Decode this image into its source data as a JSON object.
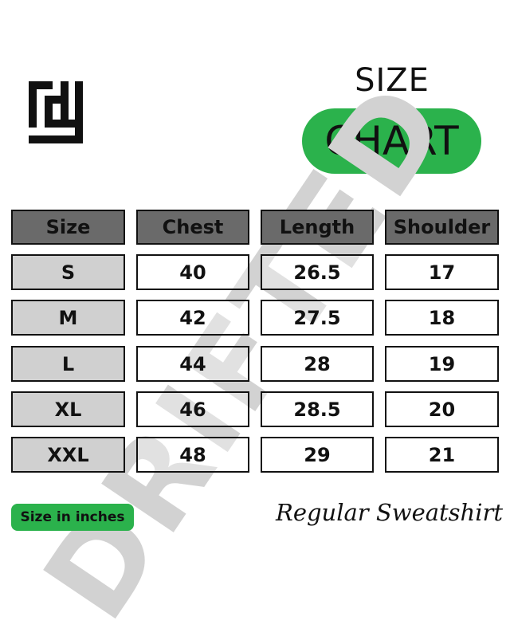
{
  "logo": {
    "icon": "brand-monogram-icon"
  },
  "heading": {
    "line1": "SIZE",
    "line2": "CHART"
  },
  "watermark": "DRIFTED",
  "table": {
    "headers": [
      "Size",
      "Chest",
      "Length",
      "Shoulder"
    ],
    "rows": [
      [
        "S",
        "40",
        "26.5",
        "17"
      ],
      [
        "M",
        "42",
        "27.5",
        "18"
      ],
      [
        "L",
        "44",
        "28",
        "19"
      ],
      [
        "XL",
        "46",
        "28.5",
        "20"
      ],
      [
        "XXL",
        "48",
        "29",
        "21"
      ]
    ]
  },
  "unit_badge": "Size in inches",
  "product_name": "Regular Sweatshirt",
  "colors": {
    "accent": "#2bb24c",
    "header": "#6a6a6a",
    "size_cell": "#d0d0d0",
    "watermark": "#d2d2d2"
  }
}
